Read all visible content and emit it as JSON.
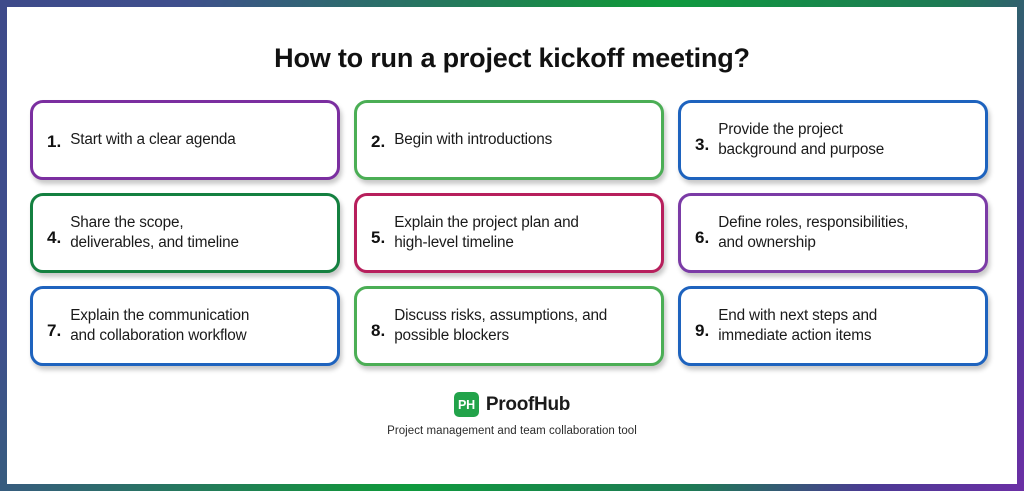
{
  "frame": {
    "gradient_start": "#3E4A8A",
    "gradient_mid": "#0F9A3E",
    "gradient_end": "#6B2FA5"
  },
  "header": {
    "title": "How to run a project kickoff meeting?"
  },
  "steps": [
    {
      "number": "1.",
      "text": "Start with a clear agenda",
      "color": "#7B2FA0",
      "lines": 1
    },
    {
      "number": "2.",
      "text": "Begin with introductions",
      "color": "#4BAE55",
      "lines": 1
    },
    {
      "number": "3.",
      "text": "Provide the project background and purpose",
      "color": "#1E63BE",
      "lines": 2
    },
    {
      "number": "4.",
      "text": "Share the scope, deliverables, and timeline",
      "color": "#148040",
      "lines": 2
    },
    {
      "number": "5.",
      "text": "Explain the project plan and high-level timeline",
      "color": "#B71F5C",
      "lines": 2
    },
    {
      "number": "6.",
      "text": "Define roles, responsibilities, and ownership",
      "color": "#7B3BA6",
      "lines": 2
    },
    {
      "number": "7.",
      "text": "Explain the communication and collaboration workflow",
      "color": "#1E63BE",
      "lines": 2
    },
    {
      "number": "8.",
      "text": "Discuss risks, assumptions, and possible blockers",
      "color": "#4BAE55",
      "lines": 2
    },
    {
      "number": "9.",
      "text": "End with next steps and immediate action items",
      "color": "#1E63BE",
      "lines": 2
    }
  ],
  "step_lines": {
    "s1": [
      "Start with a clear agenda"
    ],
    "s2": [
      "Begin with introductions"
    ],
    "s3": [
      "Provide the project",
      "background and purpose"
    ],
    "s4": [
      "Share the scope,",
      "deliverables, and timeline"
    ],
    "s5": [
      "Explain the project plan and",
      "high-level timeline"
    ],
    "s6": [
      "Define roles, responsibilities,",
      "and ownership"
    ],
    "s7": [
      "Explain the communication",
      "and collaboration workflow"
    ],
    "s8": [
      "Discuss risks, assumptions, and",
      "possible blockers"
    ],
    "s9": [
      "End with next steps and",
      "immediate action items"
    ]
  },
  "footer": {
    "logo_text": "PH",
    "logo_color": "#22A34A",
    "brand_name": "ProofHub",
    "tagline": "Project management and team collaboration tool"
  }
}
